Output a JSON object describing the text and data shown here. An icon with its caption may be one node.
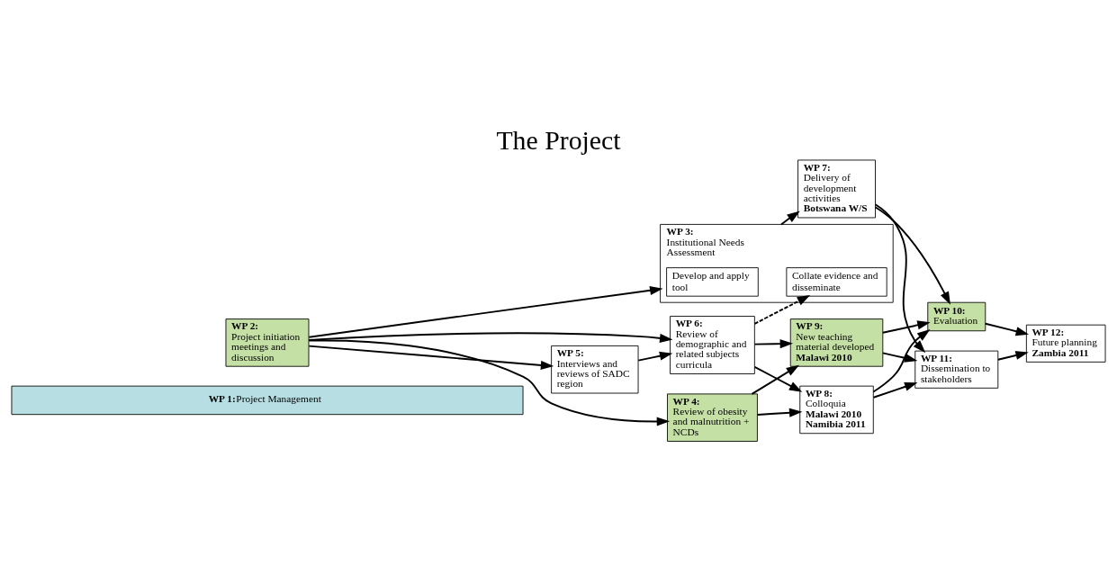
{
  "diagram": {
    "title": "The Project",
    "nodes": [
      {
        "text": [
          "WP 1:",
          "Project Management"
        ]
      },
      {
        "text": [
          "WP 3:",
          "Institutional Needs Assessment"
        ]
      },
      {
        "text": [
          "Develop and apply tool"
        ],
        "in": 1
      },
      {
        "text": [
          "Collate evidence and disseminate"
        ],
        "in": 1
      },
      {
        "text": [
          "WP 7:",
          "Delivery of development activities",
          "Botswana W/S"
        ]
      },
      {
        "text": [
          "WP 2:",
          "Project initiation meetings and discussion"
        ]
      },
      {
        "text": [
          "WP 5:",
          "Interviews and reviews of SADC region"
        ]
      },
      {
        "text": [
          "WP 6:",
          "Review of demographic and related subjects curricula"
        ]
      },
      {
        "text": [
          "WP 8:",
          "Colloquia",
          "Malawi 2010",
          "Namibia 2011"
        ]
      },
      {
        "text": [
          "WP 10:",
          "Evaluation"
        ]
      },
      {
        "text": [
          "WP 12:",
          "Future planning",
          "Zambia 2011"
        ]
      },
      {
        "text": [
          "WP 4:",
          "Review of obesity and malnutrition + NCDs"
        ]
      },
      {
        "text": [
          "WP 9:",
          "New teaching material developed",
          "Malawi 2010"
        ]
      },
      {
        "text": [
          "WP 11:",
          "Dissemination to stakeholders"
        ]
      }
    ],
    "edges": [
      {
        "from": 5,
        "to": 1,
        "arrow": "to"
      },
      {
        "from": 5,
        "to": 7,
        "arrow": "to"
      },
      {
        "from": 5,
        "to": 6,
        "arrow": "to"
      },
      {
        "from": 5,
        "to": 11,
        "arrow": "to"
      },
      {
        "from": 6,
        "to": 7,
        "arrow": "to"
      },
      {
        "from": 7,
        "to": 3,
        "arrow": "to",
        "style": "dashed"
      },
      {
        "from": 1,
        "to": 4,
        "arrow": "to"
      },
      {
        "from": 7,
        "to": 8,
        "arrow": "to"
      },
      {
        "from": 7,
        "to": 12,
        "arrow": "to"
      },
      {
        "from": 11,
        "to": 8,
        "arrow": "to"
      },
      {
        "from": 11,
        "to": 12,
        "arrow": "to"
      },
      {
        "from": 4,
        "to": 9,
        "arrow": "to"
      },
      {
        "from": 4,
        "to": 13,
        "arrow": "to"
      },
      {
        "from": 8,
        "to": 9,
        "arrow": "to"
      },
      {
        "from": 8,
        "to": 13,
        "arrow": "to"
      },
      {
        "from": 12,
        "to": 9,
        "arrow": "to"
      },
      {
        "from": 9,
        "to": 10,
        "arrow": "to"
      },
      {
        "from": 13,
        "to": 10,
        "arrow": "to"
      },
      {
        "from": 12,
        "to": 13,
        "arrow": "to"
      }
    ]
  }
}
